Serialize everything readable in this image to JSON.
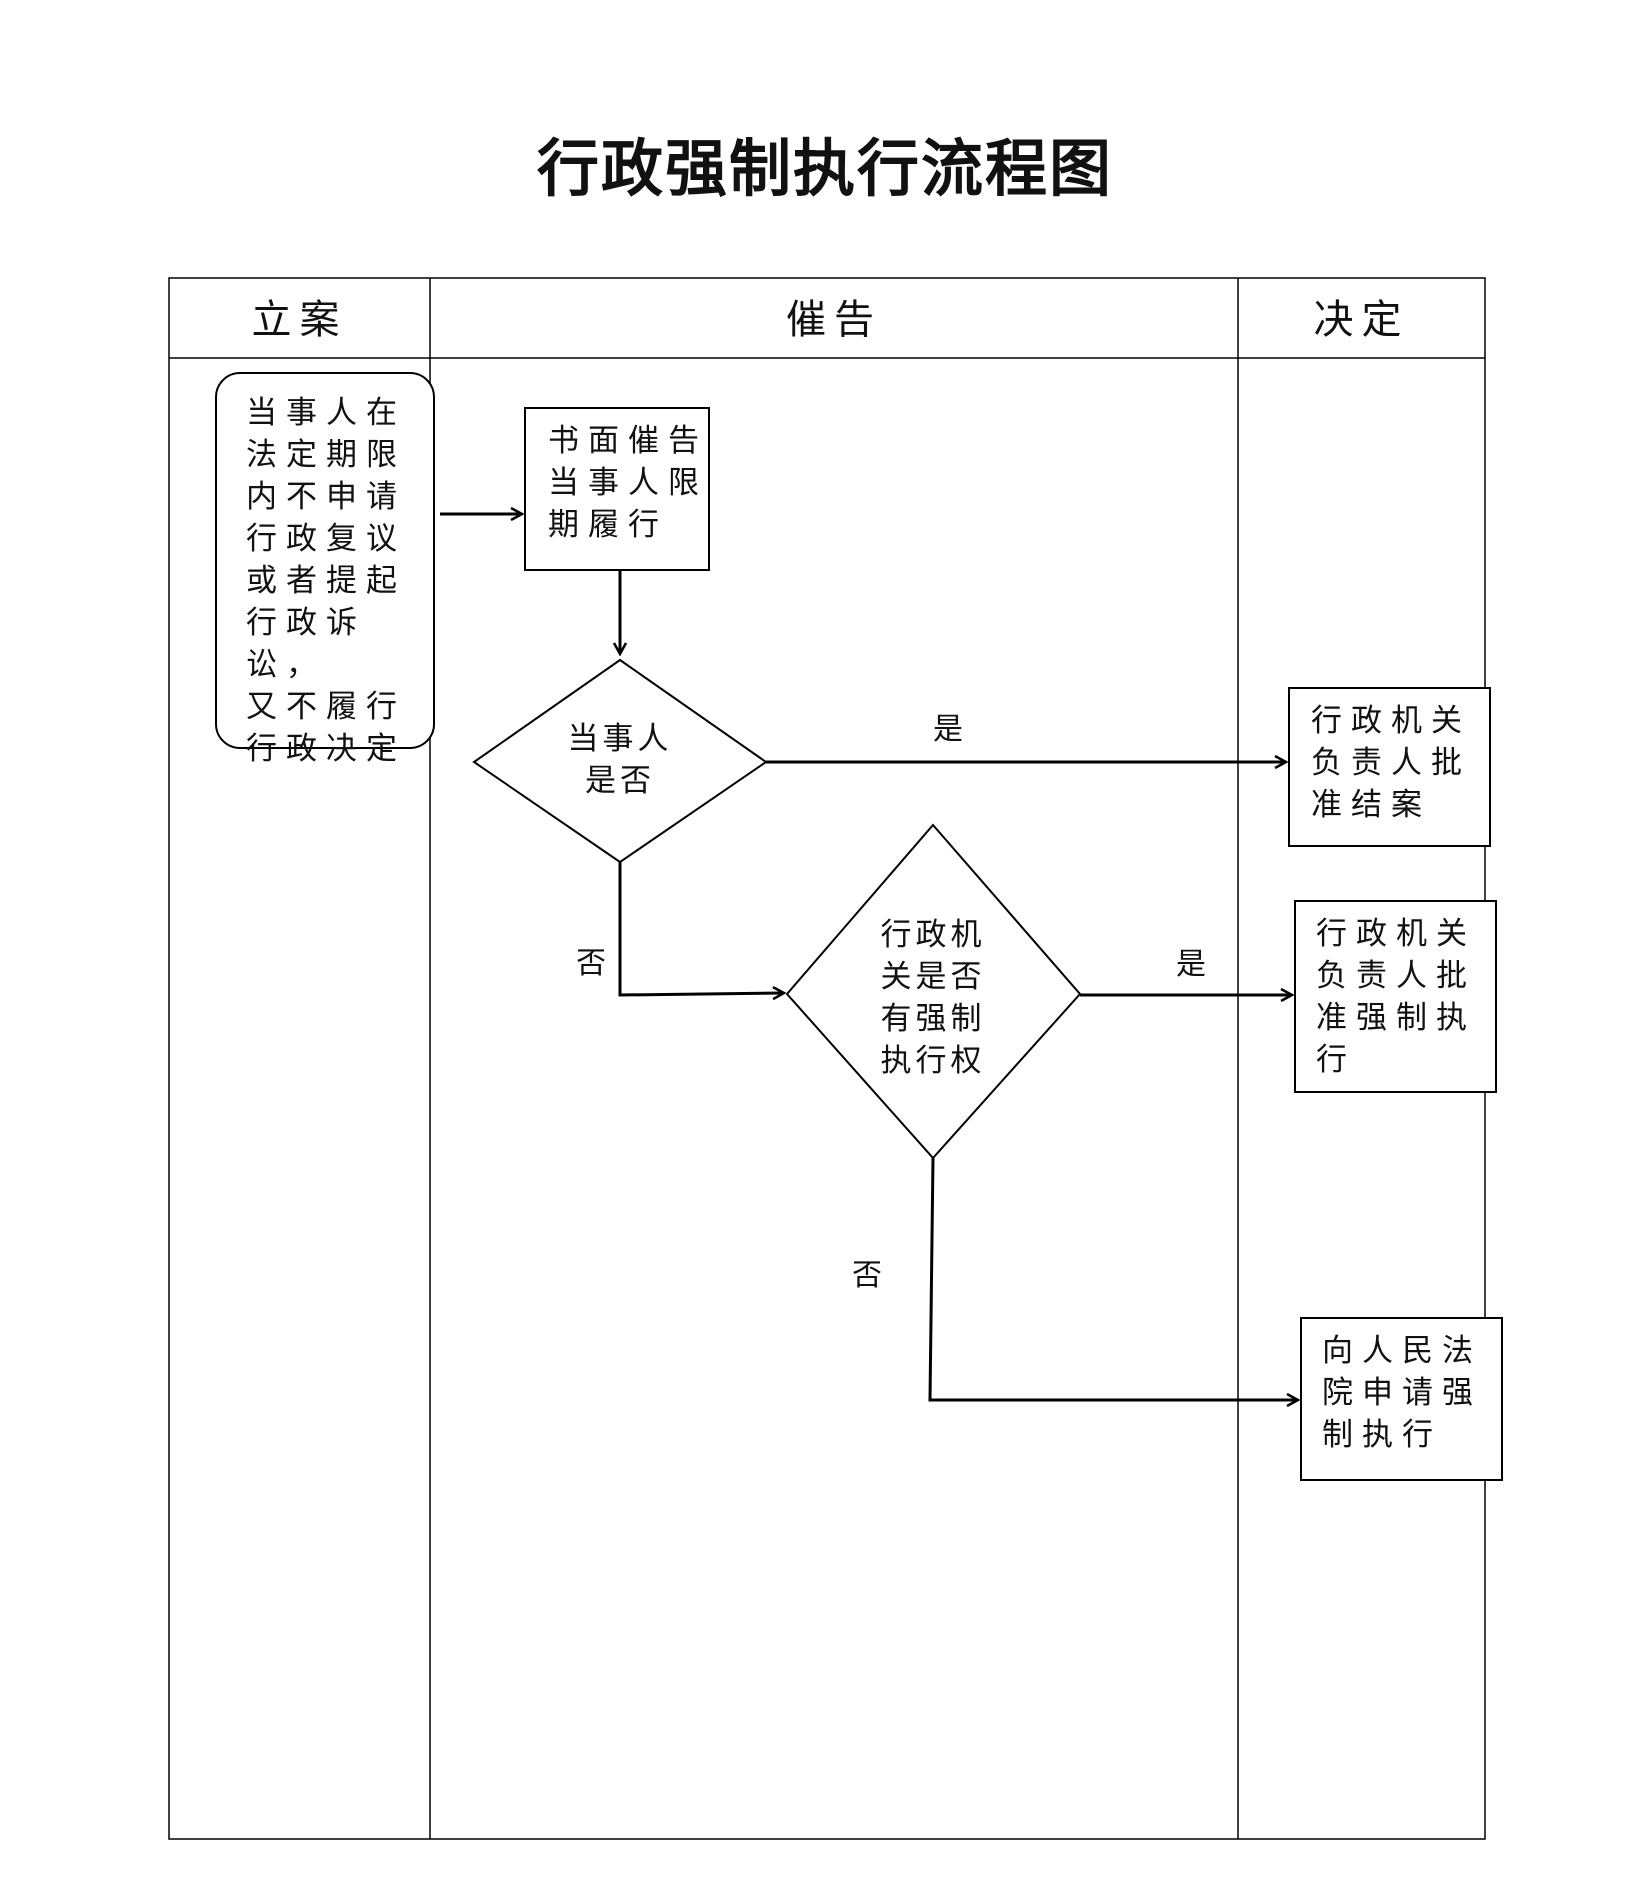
{
  "title": "行政强制执行流程图",
  "lanes": {
    "lian": "立案",
    "cuigao": "催告",
    "jueding": "决定"
  },
  "nodes": {
    "start": "当事人在\n法定期限\n内不申请\n行政复议\n或者提起\n行政诉讼，\n又不履行\n行政决定",
    "notice": "书面催告\n当事人限\n期履行",
    "decision1": "当事人\n是否",
    "decision2": "行政机\n关是否\n有强制\n执行权",
    "close_case": "行政机关\n负责人批\n准结案",
    "approve_enforce": "行政机关\n负责人批\n准强制执\n行",
    "apply_court": "向人民法\n院申请强\n制执行"
  },
  "edge_labels": {
    "yes1": "是",
    "no1": "否",
    "yes2": "是",
    "no2": "否"
  }
}
